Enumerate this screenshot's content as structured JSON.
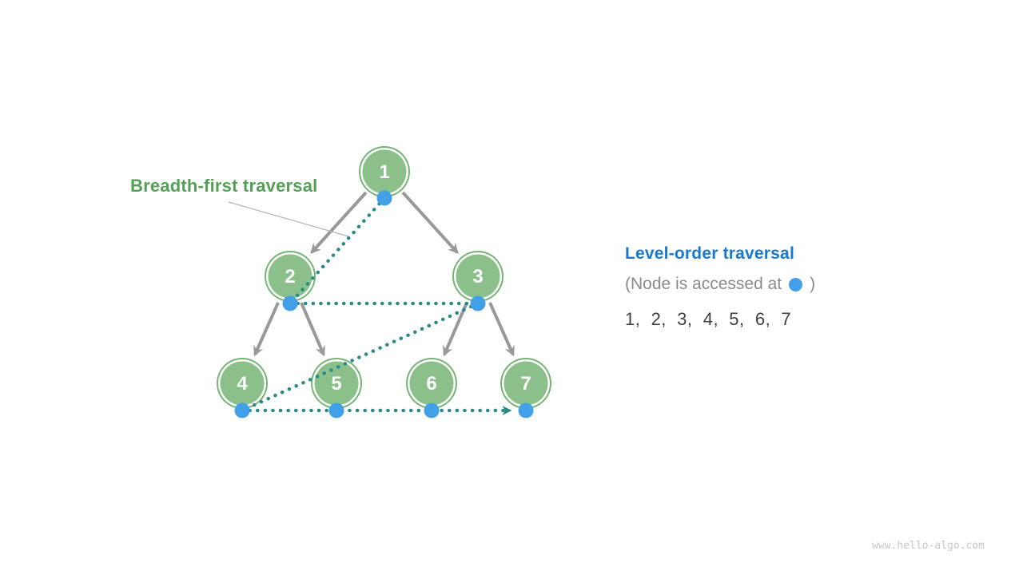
{
  "page": {
    "background": "#ffffff",
    "watermark": "www.hello-algo.com"
  },
  "colors": {
    "node_fill_green": "#8BC08A",
    "node_ring_green": "#74B573",
    "edge_gray": "#999999",
    "traversal_teal": "#2A8A87",
    "access_dot_blue": "#41A0E8",
    "label_green": "#54A056",
    "title_blue": "#1879D2",
    "caption_gray": "#8A8A8A",
    "sequence_dark": "#404040",
    "watermark_gray": "#C8C8C8"
  },
  "tree": {
    "label": "Breadth-first traversal",
    "nodes": [
      {
        "label": "1"
      },
      {
        "label": "2"
      },
      {
        "label": "3"
      },
      {
        "label": "4"
      },
      {
        "label": "5"
      },
      {
        "label": "6"
      },
      {
        "label": "7"
      }
    ],
    "edges": [
      "1-2",
      "1-3",
      "2-4",
      "2-5",
      "3-6",
      "3-7"
    ],
    "traversal_order": [
      "1",
      "2",
      "3",
      "4",
      "5",
      "6",
      "7"
    ]
  },
  "legend": {
    "title": "Level-order traversal",
    "caption_prefix": "(Node is accessed at",
    "caption_suffix": ")",
    "sequence": "1,  2,  3,  4,  5,  6,  7"
  }
}
